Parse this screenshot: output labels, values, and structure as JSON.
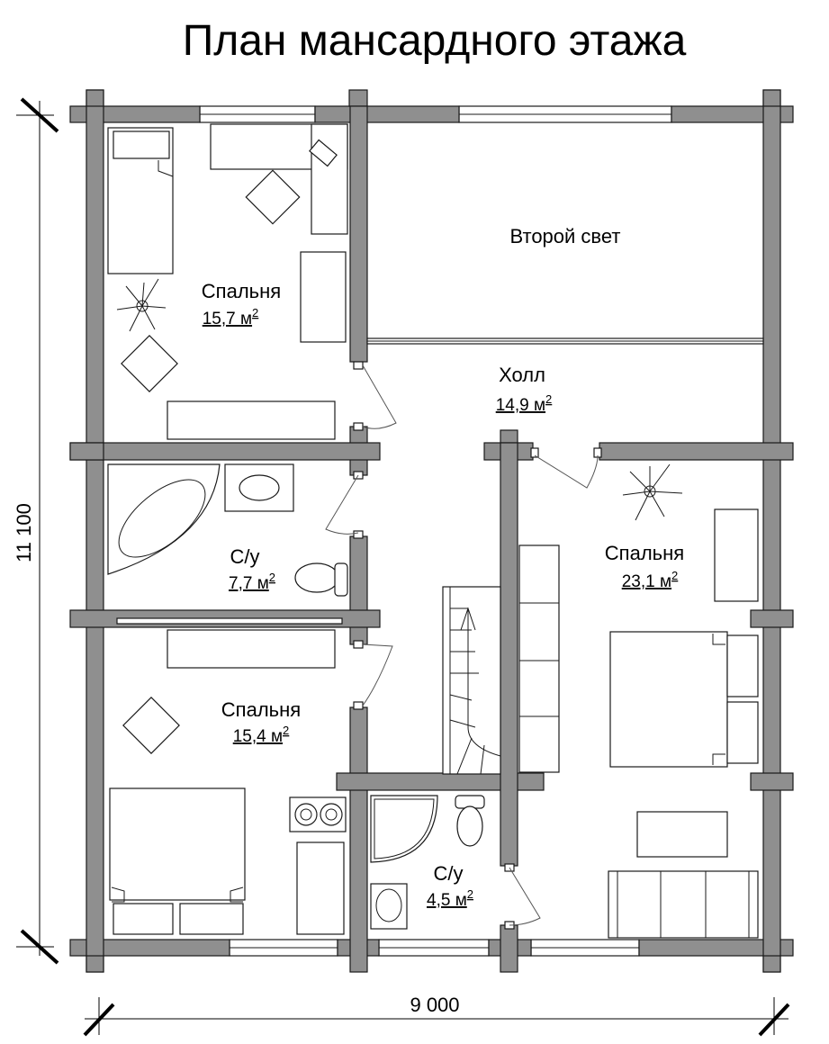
{
  "title": "План мансардного этажа",
  "rooms": [
    {
      "id": "bedroom_nw",
      "name": "Спальня",
      "area": "15,7 м",
      "sup": "2"
    },
    {
      "id": "second_light",
      "name": "Второй свет"
    },
    {
      "id": "hall",
      "name": "Холл",
      "area": "14,9 м",
      "sup": "2"
    },
    {
      "id": "bath_w",
      "name": "С/у",
      "area": "7,7 м",
      "sup": "2"
    },
    {
      "id": "bedroom_e",
      "name": "Спальня",
      "area": "23,1 м",
      "sup": "2"
    },
    {
      "id": "bedroom_sw",
      "name": "Спальня",
      "area": "15,4 м",
      "sup": "2"
    },
    {
      "id": "bath_s",
      "name": "С/у",
      "area": "4,5 м",
      "sup": "2"
    }
  ],
  "dimensions": {
    "height": "11 100",
    "width": "9 000"
  },
  "colors": {
    "wall": "#8f8f8f",
    "line": "#1a1a1a",
    "background": "#ffffff"
  }
}
